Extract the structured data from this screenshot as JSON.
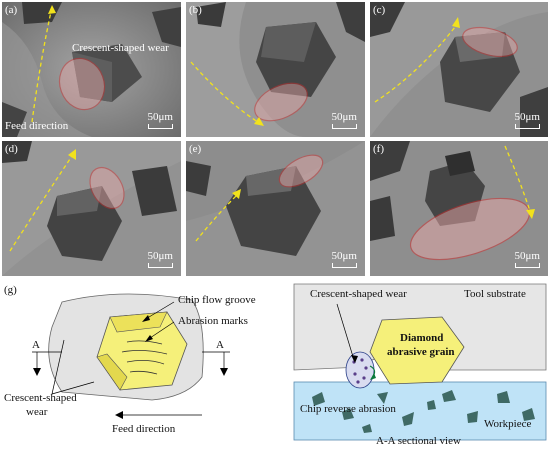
{
  "panels": [
    {
      "label": "(a)",
      "scale": "50μm"
    },
    {
      "label": "(b)",
      "scale": "50μm"
    },
    {
      "label": "(c)",
      "scale": "50μm"
    },
    {
      "label": "(d)",
      "scale": "50μm"
    },
    {
      "label": "(e)",
      "scale": "50μm"
    },
    {
      "label": "(f)",
      "scale": "50μm"
    }
  ],
  "sem_annotations": {
    "crescent": "Crescent-shaped wear",
    "feed": "Feed direction"
  },
  "schematic": {
    "label": "(g)",
    "chip_flow_groove": "Chip flow groove",
    "abrasion_marks": "Abrasion marks",
    "section_a_left": "A",
    "section_a_right": "A",
    "crescent_line1": "Crescent-shaped",
    "crescent_line2": "wear",
    "feed_direction": "Feed direction"
  },
  "section": {
    "crescent": "Crescent-shaped wear",
    "tool_substrate": "Tool substrate",
    "grain_line1": "Diamond",
    "grain_line2": "abrasive grain",
    "chip_reverse": "Chip reverse abrasion",
    "workpiece": "Workpiece",
    "caption": "A-A sectional view"
  },
  "colors": {
    "wear_ellipse": "#d42a2a",
    "feed_arrow": "#f2e21c",
    "grain_fill": "#f5f07a",
    "workpiece_fill": "#bfe3f7",
    "substrate_fill": "#e6e6e6"
  }
}
